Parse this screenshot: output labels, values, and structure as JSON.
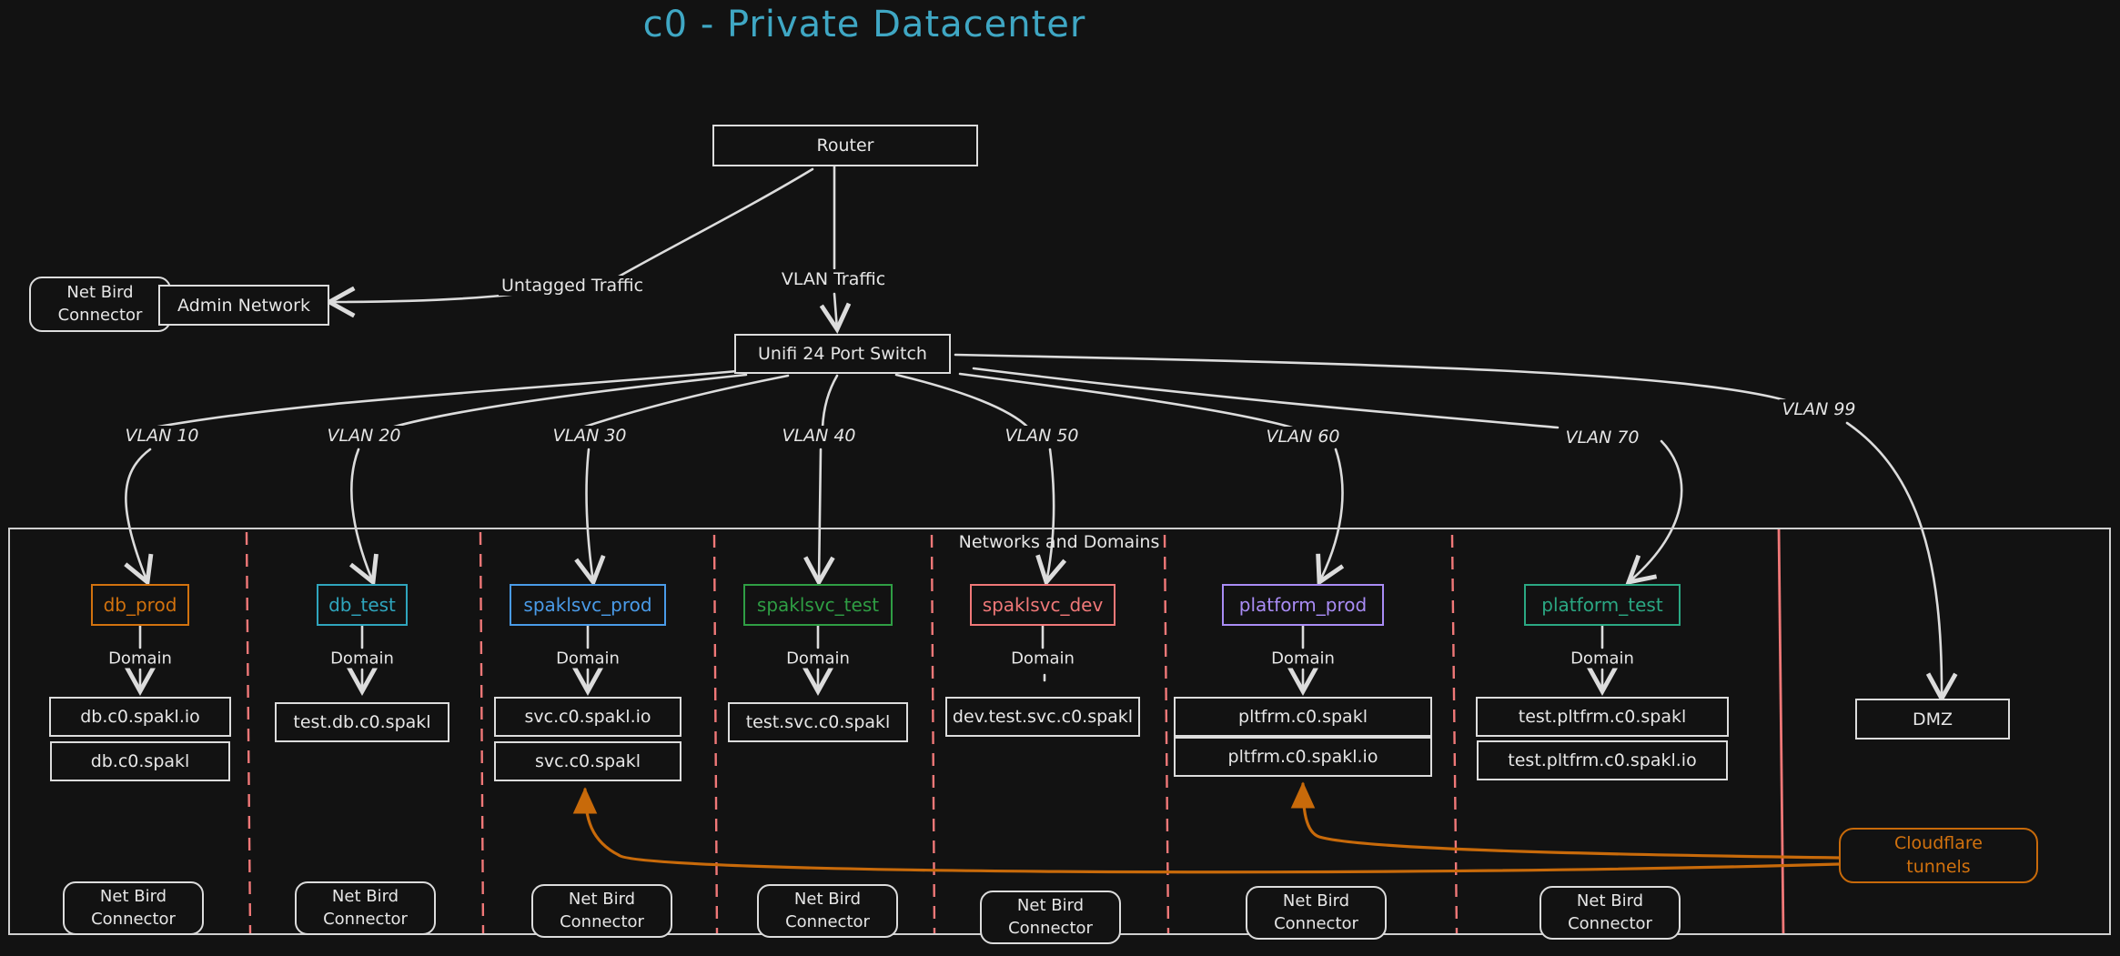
{
  "title": "c0 - Private Datacenter",
  "router": {
    "label": "Router"
  },
  "switch": {
    "label": "Unifi 24 Port Switch"
  },
  "admin": {
    "network_label": "Admin Network",
    "connector_line1": "Net Bird",
    "connector_line2": "Connector"
  },
  "edges": {
    "untagged": "Untagged Traffic",
    "vlan_traffic": "VLAN Traffic"
  },
  "container_label": "Networks and Domains",
  "domain_label": "Domain",
  "colors": {
    "background": "#121212",
    "stroke": "#dcdcdc",
    "title": "#3fa7c4",
    "separator": "#f07878",
    "cloudflare": "#c86a0a"
  },
  "networks": [
    {
      "vlan": "VLAN 10",
      "name": "db_prod",
      "color": "#d2720e",
      "domains": [
        "db.c0.spakl.io",
        "db.c0.spakl"
      ],
      "connector": [
        "Net Bird",
        "Connector"
      ]
    },
    {
      "vlan": "VLAN 20",
      "name": "db_test",
      "color": "#2fa5bd",
      "domains": [
        "test.db.c0.spakl"
      ],
      "connector": [
        "Net Bird",
        "Connector"
      ]
    },
    {
      "vlan": "VLAN 30",
      "name": "spaklsvc_prod",
      "color": "#4a9be8",
      "domains": [
        "svc.c0.spakl.io",
        "svc.c0.spakl"
      ],
      "connector": [
        "Net Bird",
        "Connector"
      ]
    },
    {
      "vlan": "VLAN 40",
      "name": "spaklsvc_test",
      "color": "#2f9e44",
      "domains": [
        "test.svc.c0.spakl"
      ],
      "connector": [
        "Net Bird",
        "Connector"
      ]
    },
    {
      "vlan": "VLAN 50",
      "name": "spaklsvc_dev",
      "color": "#f07878",
      "domains": [
        "dev.test.svc.c0.spakl"
      ],
      "connector": [
        "Net Bird",
        "Connector"
      ]
    },
    {
      "vlan": "VLAN 60",
      "name": "platform_prod",
      "color": "#a98cf5",
      "domains": [
        "pltfrm.c0.spakl",
        "pltfrm.c0.spakl.io"
      ],
      "connector": [
        "Net Bird",
        "Connector"
      ]
    },
    {
      "vlan": "VLAN 70",
      "name": "platform_test",
      "color": "#2ba883",
      "domains": [
        "test.pltfrm.c0.spakl",
        "test.pltfrm.c0.spakl.io"
      ],
      "connector": [
        "Net Bird",
        "Connector"
      ]
    }
  ],
  "dmz": {
    "vlan": "VLAN 99",
    "label": "DMZ"
  },
  "cloudflare": {
    "line1": "Cloudflare",
    "line2": "tunnels"
  }
}
